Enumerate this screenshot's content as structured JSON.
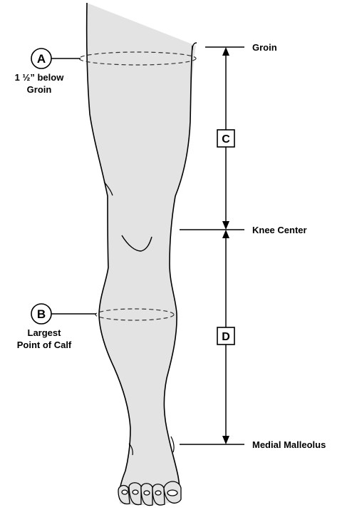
{
  "markers": {
    "a": {
      "letter": "A",
      "caption_line1": "1 ½” below",
      "caption_line2": "Groin"
    },
    "b": {
      "letter": "B",
      "caption_line1": "Largest",
      "caption_line2": "Point of Calf"
    }
  },
  "landmarks": {
    "groin": "Groin",
    "knee_center": "Knee Center",
    "medial_malleolus": "Medial Malleolus"
  },
  "segments": {
    "c": "C",
    "d": "D"
  },
  "colors": {
    "leg_fill": "#e3e3e3",
    "stroke": "#000000"
  }
}
